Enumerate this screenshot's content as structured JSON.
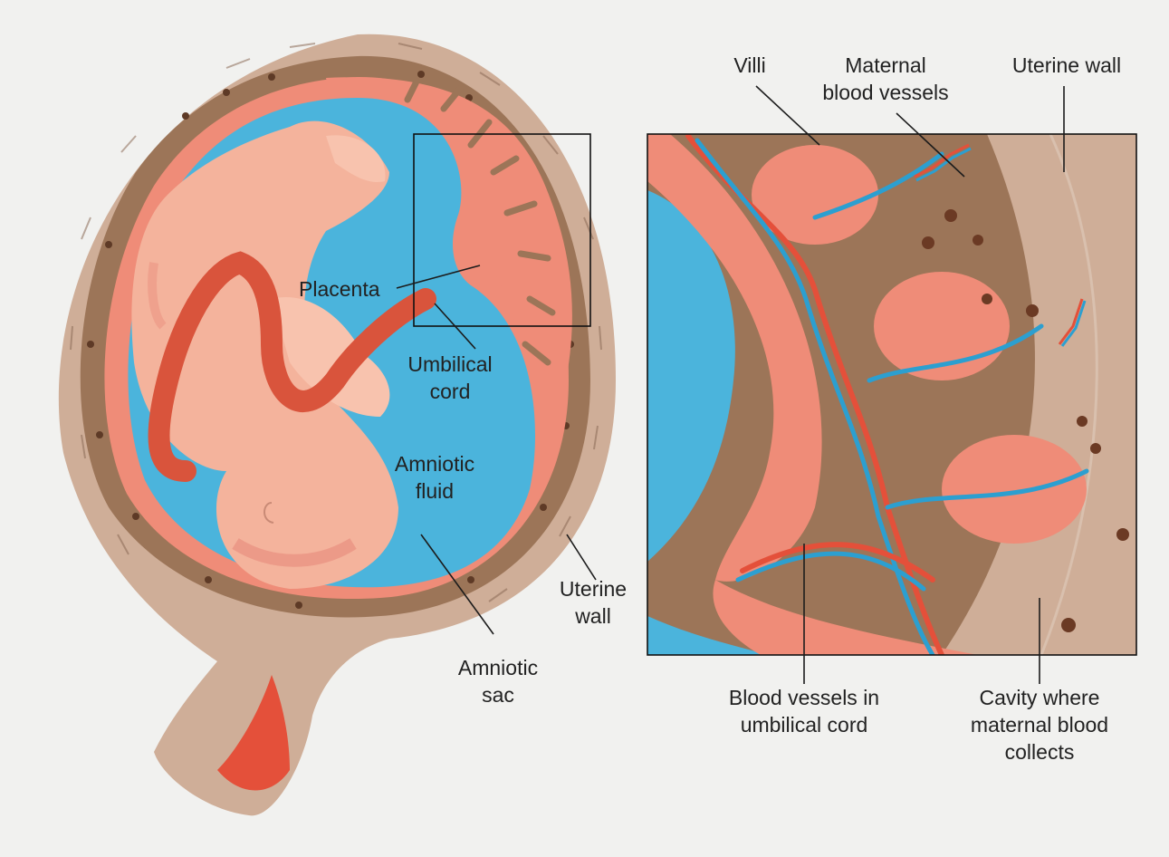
{
  "colors": {
    "background": "#f1f1ef",
    "uterine_wall": "#cfae98",
    "decidua": "#9c7558",
    "placenta_pink": "#ef8c78",
    "vessel_red": "#e4503a",
    "fluid_blue": "#4bb4dc",
    "fetus_skin": "#f4b39c",
    "umbilical_cord": "#d9543c",
    "maternal_blood_spot": "#6b3a24"
  },
  "icons": {
    "fetus": "fetus-in-utero-illustration",
    "villi_detail": "placenta-villi-magnified-illustration"
  },
  "labels": {
    "placenta": "Placenta",
    "umbilical_cord": [
      "Umbilical",
      "cord"
    ],
    "amniotic_fluid": [
      "Amniotic",
      "fluid"
    ],
    "amniotic_sac": [
      "Amniotic",
      "sac"
    ],
    "uterine_wall_left": [
      "Uterine",
      "wall"
    ],
    "villi": "Villi",
    "maternal_blood_vessels": [
      "Maternal",
      "blood vessels"
    ],
    "uterine_wall_right": "Uterine wall",
    "blood_vessels_umbilical": [
      "Blood vessels in",
      "umbilical cord"
    ],
    "cavity": [
      "Cavity where",
      "maternal blood",
      "collects"
    ]
  }
}
